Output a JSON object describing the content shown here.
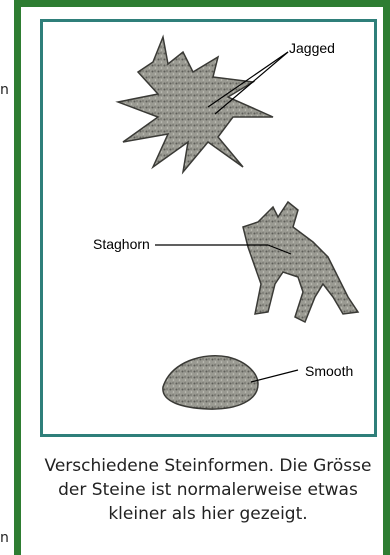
{
  "page_fragments": {
    "left_top": "n",
    "left_bottom": "n"
  },
  "figure": {
    "labels": {
      "jagged": "Jagged",
      "staghorn": "Staghorn",
      "smooth": "Smooth"
    },
    "caption": "Verschiedene Steinformen. Die Grösse der Steine ist normalerweise etwas kleiner als hier gezeigt."
  },
  "colors": {
    "frame_green": "#2e7d32",
    "box_teal": "#2f7f7a",
    "stone_gray": "#8c8c84"
  }
}
